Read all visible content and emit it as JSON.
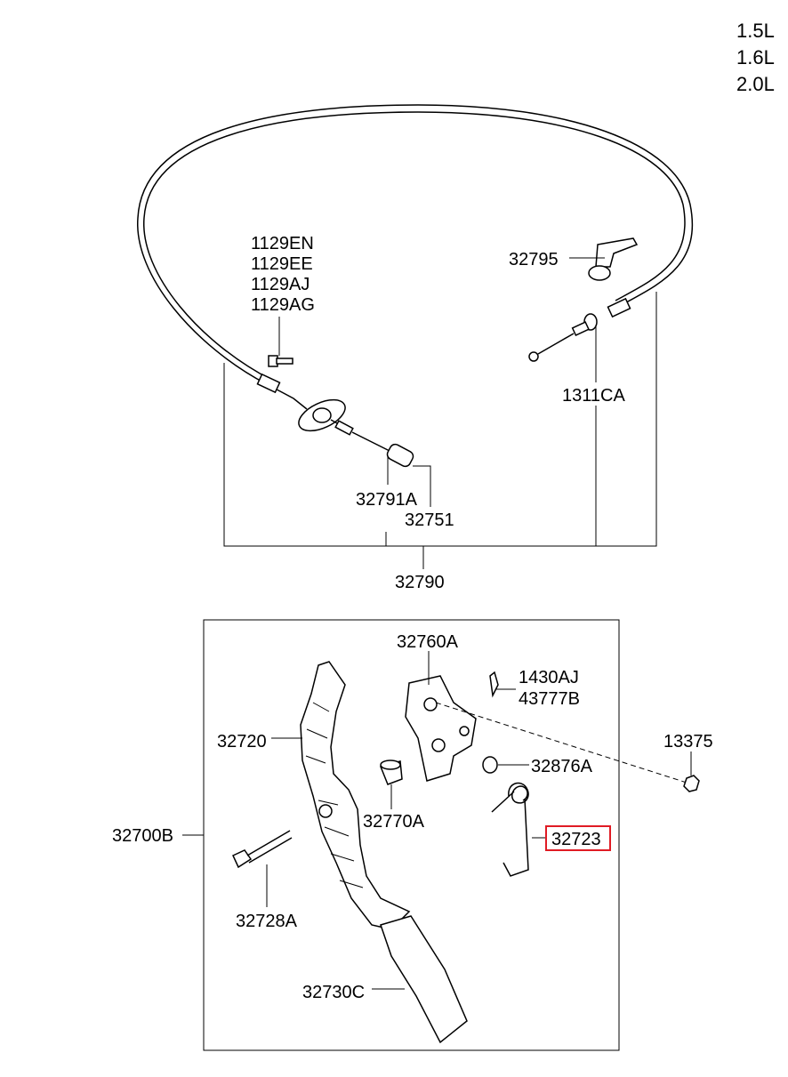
{
  "engines": [
    "1.5L",
    "1.6L",
    "2.0L"
  ],
  "labels": {
    "bolts": [
      "1129EN",
      "1129EE",
      "1129AJ",
      "1129AG"
    ],
    "p32795": "32795",
    "p1311CA": "1311CA",
    "p32791A": "32791A",
    "p32751": "32751",
    "p32790": "32790",
    "p32760A": "32760A",
    "pins": [
      "1430AJ",
      "43777B"
    ],
    "p13375": "13375",
    "p32720": "32720",
    "p32876A": "32876A",
    "p32770A": "32770A",
    "p32723": "32723",
    "p32700B": "32700B",
    "p32728A": "32728A",
    "p32730C": "32730C"
  },
  "highlight": {
    "part": "32723",
    "color": "#e01b24"
  }
}
